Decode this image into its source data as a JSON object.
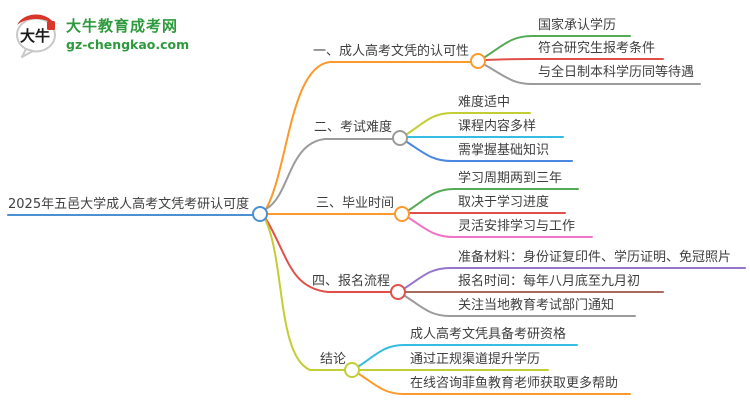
{
  "palette": {
    "blue": "#4a90d2",
    "orange": "#fb9a2b",
    "gray": "#9b9b9b",
    "red": "#e0504a",
    "green": "#55ab57",
    "lime": "#c3ce34",
    "cyan": "#35bde4",
    "royal": "#4b87e0",
    "pink": "#ef74c5",
    "purple": "#9575cd",
    "brown": "#a8695e",
    "logo_green": "#2e9a3d",
    "logo_red": "#d9352a"
  },
  "logo": {
    "icon_text": "大牛",
    "title": "大牛教育成考网",
    "url": "gz-chengkao.com"
  },
  "map": {
    "central": "2025年五邑大学成人高考文凭考研认可度",
    "branches": [
      {
        "label": "一、成人高考文凭的认可性",
        "children": [
          "国家承认学历",
          "符合研究生报考条件",
          "与全日制本科学历同等待遇"
        ]
      },
      {
        "label": "二、考试难度",
        "children": [
          "难度适中",
          "课程内容多样",
          "需掌握基础知识"
        ]
      },
      {
        "label": "三、毕业时间",
        "children": [
          "学习周期两到三年",
          "取决于学习进度",
          "灵活安排学习与工作"
        ]
      },
      {
        "label": "四、报名流程",
        "children": [
          "准备材料：身份证复印件、学历证明、免冠照片",
          "报名时间：每年八月底至九月初",
          "关注当地教育考试部门通知"
        ]
      },
      {
        "label": "结论",
        "children": [
          "成人高考文凭具备考研资格",
          "通过正规渠道提升学历",
          "在线咨询菲鱼教育老师获取更多帮助"
        ]
      }
    ]
  }
}
